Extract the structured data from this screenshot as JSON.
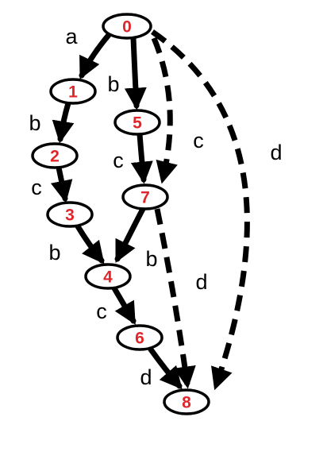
{
  "colors": {
    "node_label": "#e0262b",
    "stroke": "#000000",
    "background": "#ffffff"
  },
  "nodes": [
    {
      "id": "0",
      "label": "0"
    },
    {
      "id": "1",
      "label": "1"
    },
    {
      "id": "2",
      "label": "2"
    },
    {
      "id": "3",
      "label": "3"
    },
    {
      "id": "4",
      "label": "4"
    },
    {
      "id": "5",
      "label": "5"
    },
    {
      "id": "6",
      "label": "6"
    },
    {
      "id": "7",
      "label": "7"
    },
    {
      "id": "8",
      "label": "8"
    }
  ],
  "edges": [
    {
      "from": "0",
      "to": "1",
      "label": "a",
      "style": "solid"
    },
    {
      "from": "1",
      "to": "2",
      "label": "b",
      "style": "solid"
    },
    {
      "from": "2",
      "to": "3",
      "label": "c",
      "style": "solid"
    },
    {
      "from": "3",
      "to": "4",
      "label": "b",
      "style": "solid"
    },
    {
      "from": "0",
      "to": "5",
      "label": "b",
      "style": "solid"
    },
    {
      "from": "5",
      "to": "7",
      "label": "c",
      "style": "solid"
    },
    {
      "from": "7",
      "to": "4",
      "label": "b",
      "style": "solid"
    },
    {
      "from": "4",
      "to": "6",
      "label": "c",
      "style": "solid"
    },
    {
      "from": "6",
      "to": "8",
      "label": "d",
      "style": "solid"
    },
    {
      "from": "0",
      "to": "7",
      "label": "c",
      "style": "dashed"
    },
    {
      "from": "7",
      "to": "8",
      "label": "d",
      "style": "dashed"
    },
    {
      "from": "0",
      "to": "8",
      "label": "d",
      "style": "dashed"
    }
  ]
}
